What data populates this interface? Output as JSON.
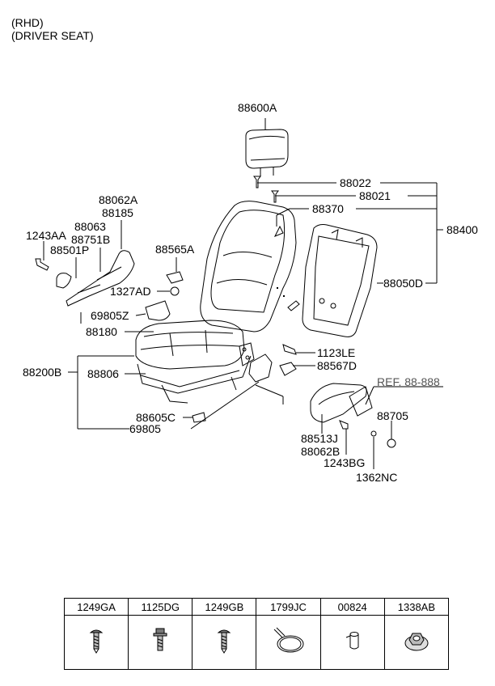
{
  "header": {
    "line1": "(RHD)",
    "line2": "(DRIVER SEAT)"
  },
  "labels": {
    "headrest": "88600A",
    "l88022": "88022",
    "l88021": "88021",
    "l88370": "88370",
    "l88400": "88400",
    "l88050D": "88050D",
    "l88062A": "88062A",
    "l88185": "88185",
    "l88063": "88063",
    "l88751B": "88751B",
    "l1243AA": "1243AA",
    "l88501P": "88501P",
    "l88565A": "88565A",
    "l1327AD": "1327AD",
    "l69805Z": "69805Z",
    "l88180": "88180",
    "l88200B": "88200B",
    "l88806": "88806",
    "l1123LE": "1123LE",
    "l88567D": "88567D",
    "ref": "REF. 88-888",
    "l88705": "88705",
    "l88513J": "88513J",
    "l88062B": "88062B",
    "l1243BG": "1243BG",
    "l1362NC": "1362NC",
    "l88605C": "88605C",
    "l69805": "69805"
  },
  "parts_table": {
    "headers": [
      "1249GA",
      "1125DG",
      "1249GB",
      "1799JC",
      "00824",
      "1338AB"
    ],
    "icons": [
      "screw-icon",
      "flange-bolt-icon",
      "screw-icon",
      "cable-tie-icon",
      "pin-icon",
      "nut-icon"
    ]
  }
}
